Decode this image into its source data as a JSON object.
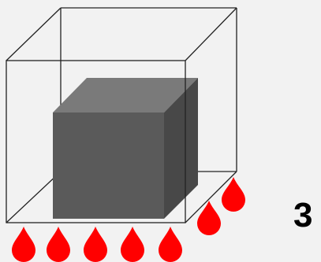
{
  "panel_label": "3",
  "colors": {
    "background": "#f2f2f2",
    "cube_front": "#5a5a5a",
    "cube_top": "#7a7a7a",
    "cube_side": "#484848",
    "wireframe": "#222222",
    "drop": "#ff0000"
  },
  "icons": {
    "drop": "water-drop-icon"
  },
  "drops": {
    "front_row_count": 5,
    "side_row_count": 2
  }
}
